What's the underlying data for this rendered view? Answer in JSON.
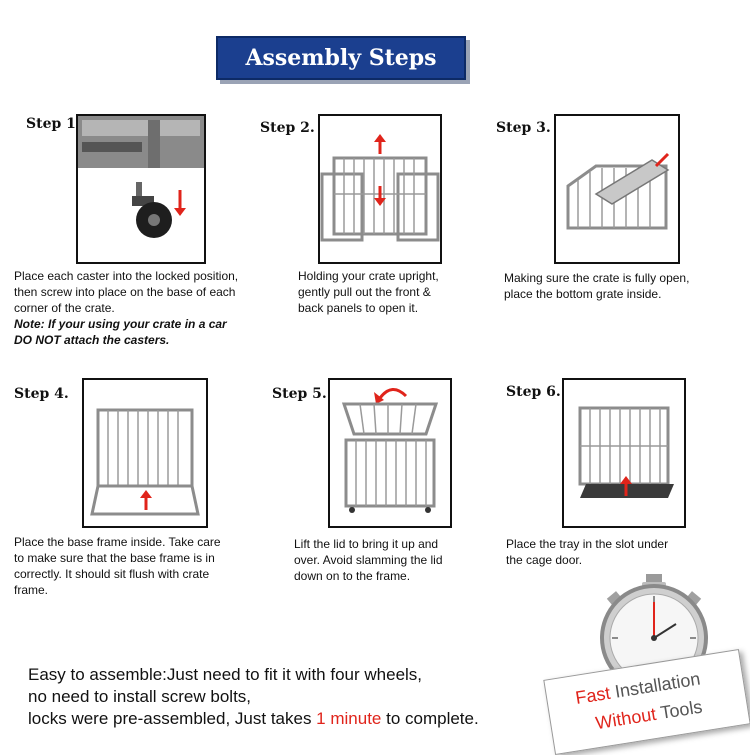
{
  "header": {
    "title": "Assembly Steps"
  },
  "steps": [
    {
      "label": "Step 1.",
      "lines": [
        "Place each caster into the locked position,",
        "then screw into place on the base of each",
        "corner of the crate."
      ],
      "note": [
        "Note: If your using your  crate in a car",
        "DO NOT attach the casters."
      ]
    },
    {
      "label": "Step 2.",
      "lines": [
        "Holding your crate upright,",
        "gently pull out the front &",
        "back panels to open it."
      ]
    },
    {
      "label": "Step 3.",
      "lines": [
        "Making sure the crate is fully open,",
        "place the bottom grate inside."
      ]
    },
    {
      "label": "Step 4.",
      "lines": [
        "Place the base frame inside. Take care",
        "to make sure that the base frame is in",
        "correctly. It should sit flush with crate",
        "frame."
      ]
    },
    {
      "label": "Step 5.",
      "lines": [
        "Lift the lid to bring it up and",
        "over. Avoid slamming the lid",
        "down on to the frame."
      ]
    },
    {
      "label": "Step 6.",
      "lines": [
        "Place the tray in the slot under",
        "the cage door."
      ]
    }
  ],
  "bottom": {
    "line1": "Easy to assemble:Just need to fit it with four wheels,",
    "line2": "no need to install screw bolts,",
    "line3_pre": "locks were pre-assembled, Just takes ",
    "line3_highlight": "1 minute",
    "line3_post": " to complete."
  },
  "badge": {
    "fast": "Fast",
    "installation": " Installation",
    "without": "Without",
    "tools": " Tools"
  },
  "icons": [
    "stopwatch-icon",
    "arrow-up-icon",
    "arrow-down-icon",
    "curved-arrow-icon"
  ],
  "colors": {
    "banner": "#1b3f8f",
    "accent_red": "#e0241b",
    "crate_gray": "#8c8c8c"
  }
}
